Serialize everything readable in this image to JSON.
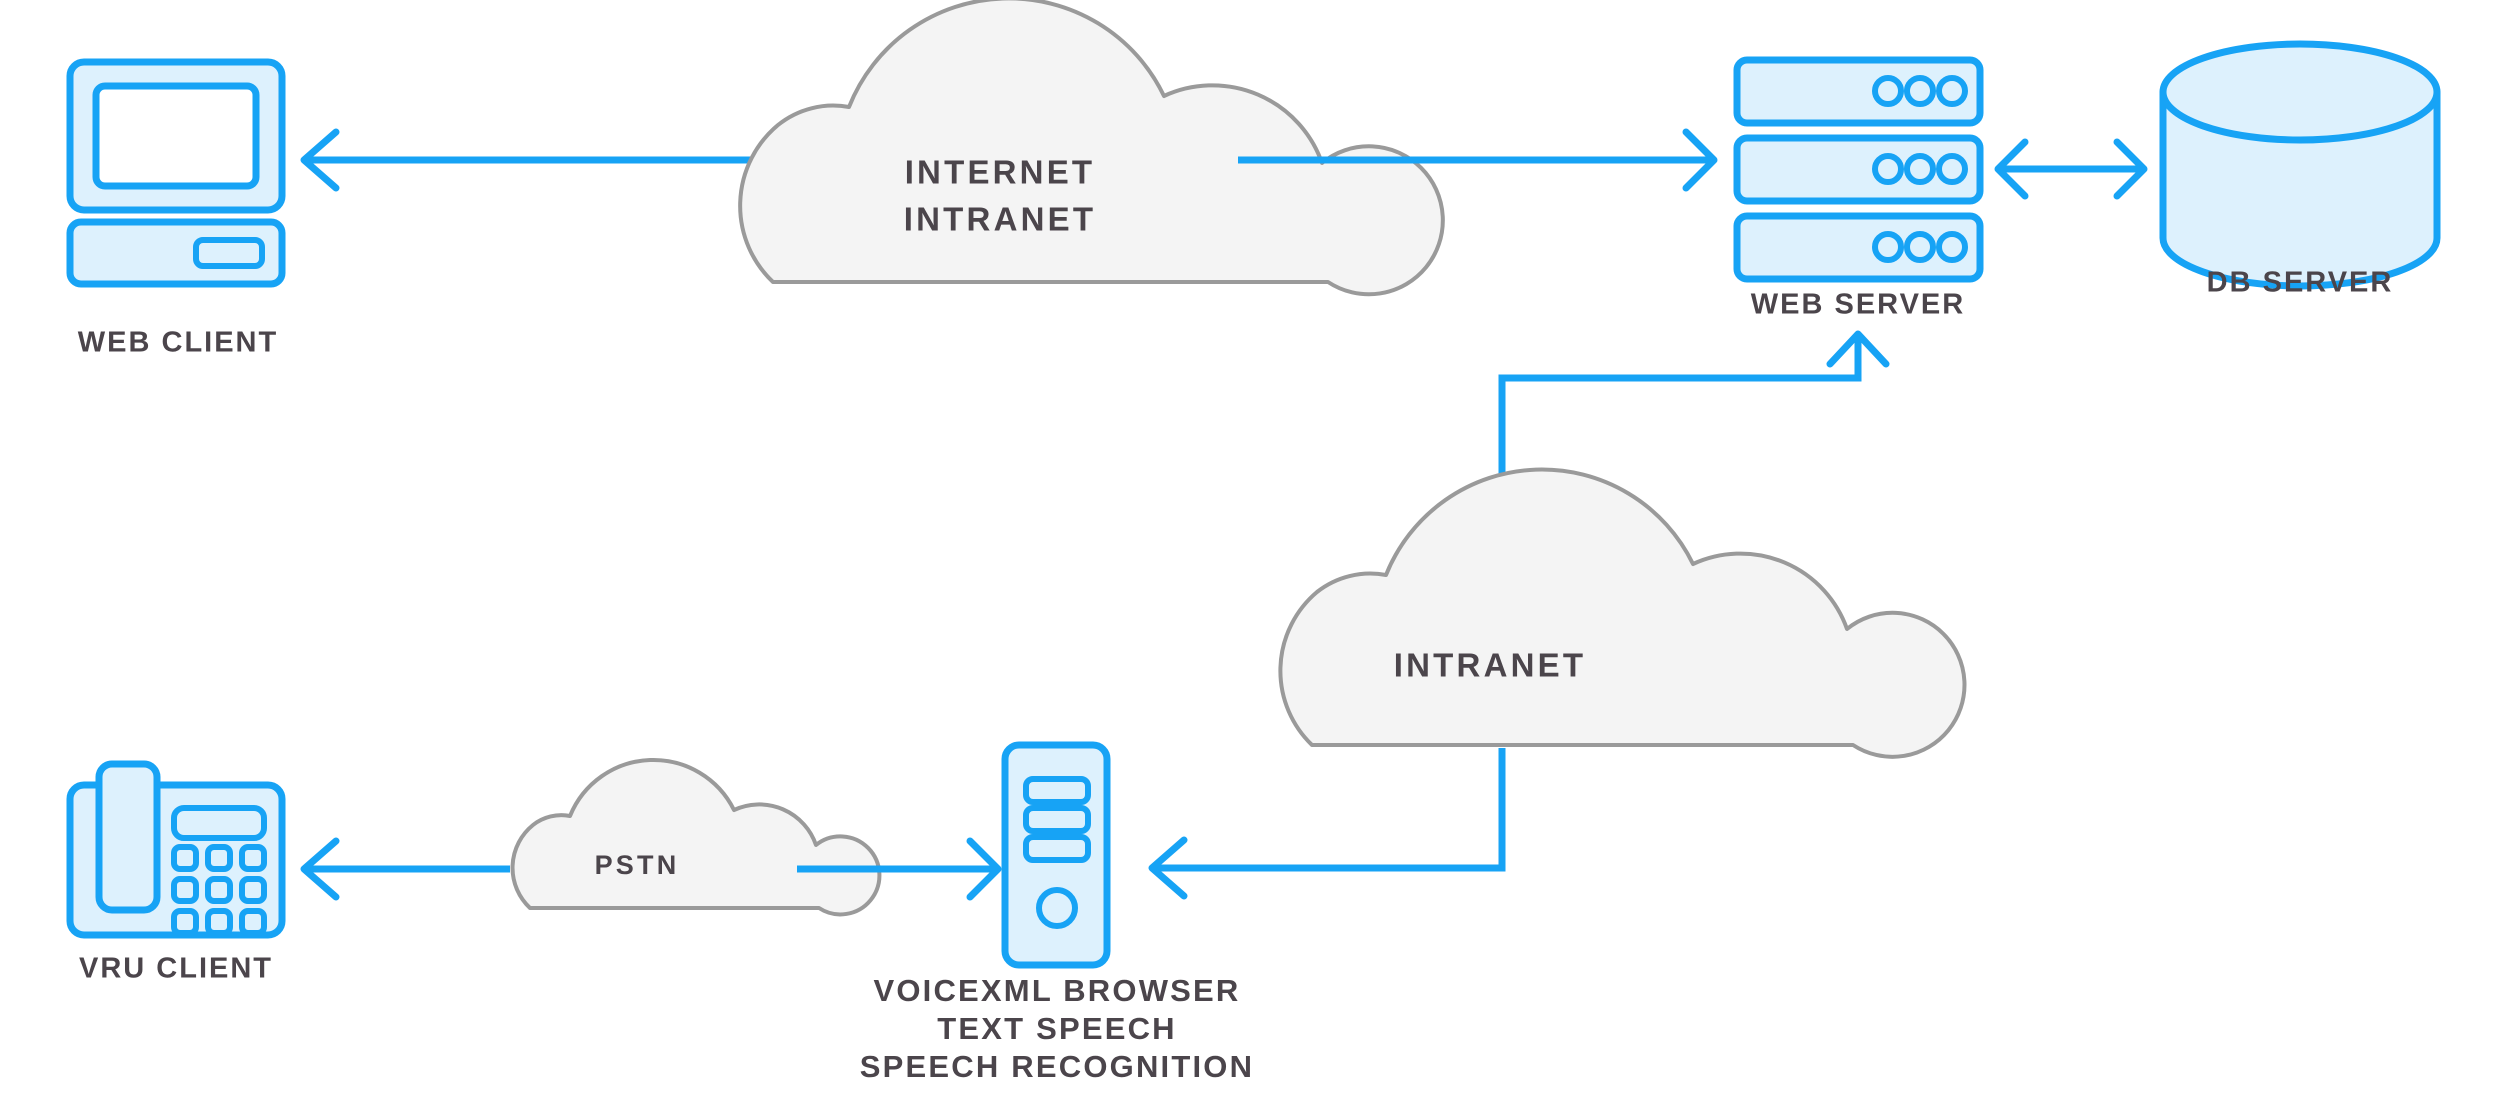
{
  "diagram": {
    "title": "Web and Voice Application Network Architecture",
    "background_color": "#ffffff",
    "colors": {
      "accent_blue": "#17a3f5",
      "fill_blue": "#ddf1fd",
      "cloud_fill": "#f4f4f4",
      "cloud_stroke": "#9a9a9a",
      "label_text": "#4b454b"
    },
    "nodes": {
      "web_client": {
        "label": "WEB CLIENT",
        "icon": "desktop-computer-icon"
      },
      "internet_cloud": {
        "label_line1": "INTERNET",
        "label_line2": "INTRANET",
        "icon": "cloud-icon"
      },
      "web_server": {
        "label": "WEB SERVER",
        "icon": "server-rack-icon",
        "rack_units": 3,
        "lights_per_unit": 3
      },
      "db_server": {
        "label": "DB SERVER",
        "icon": "database-cylinder-icon"
      },
      "intranet_cloud": {
        "label": "INTRANET",
        "icon": "cloud-icon"
      },
      "pstn_cloud": {
        "label": "PSTN",
        "icon": "cloud-icon"
      },
      "vru_client": {
        "label": "VRU CLIENT",
        "icon": "desk-phone-icon",
        "keypad_rows": 3,
        "keypad_cols": 3
      },
      "voicexml_browser": {
        "label_line1": "VOICEXML BROWSER",
        "label_line2": "TEXT SPEECH",
        "label_line3": "SPEECH RECOGNITION",
        "icon": "server-tower-icon",
        "slots": 3
      }
    },
    "connections": [
      {
        "id": "internet-to-web-client",
        "from": "internet_cloud",
        "to": "web_client",
        "direction": "left",
        "style": "straight"
      },
      {
        "id": "internet-to-web-server",
        "from": "internet_cloud",
        "to": "web_server",
        "direction": "right",
        "style": "straight"
      },
      {
        "id": "web-server-to-db-server",
        "from": "web_server",
        "to": "db_server",
        "direction": "both",
        "style": "straight"
      },
      {
        "id": "intranet-to-web-server",
        "from": "intranet_cloud",
        "to": "web_server",
        "direction": "up",
        "style": "elbow"
      },
      {
        "id": "intranet-to-voicexml-browser",
        "from": "intranet_cloud",
        "to": "voicexml_browser",
        "direction": "left",
        "style": "elbow"
      },
      {
        "id": "pstn-to-vru-client",
        "from": "pstn_cloud",
        "to": "vru_client",
        "direction": "left",
        "style": "straight"
      },
      {
        "id": "pstn-to-voicexml-browser",
        "from": "pstn_cloud",
        "to": "voicexml_browser",
        "direction": "right",
        "style": "straight"
      }
    ]
  }
}
